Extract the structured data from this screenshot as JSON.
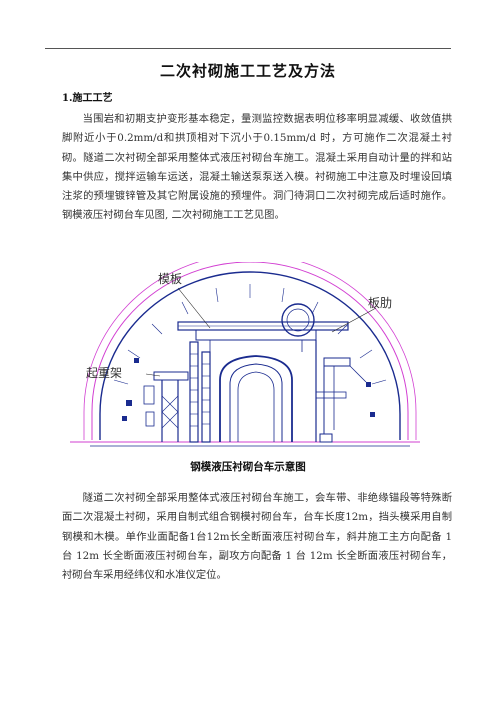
{
  "document": {
    "title": "二次衬砌施工工艺及方法",
    "section_heading": "1.施工工艺",
    "paragraph1": "当围岩和初期支护变形基本稳定，量测监控数据表明位移率明显减缓、收敛值拱脚附近小于0.2mm/d和拱顶相对下沉小于0.15mm/d 时，方可施作二次混凝土衬砌。隧道二次衬砌全部采用整体式液压衬砌台车施工。混凝土采用自动计量的拌和站集中供应，搅拌运输车运送，混凝土输送泵泵送入模。衬砌施工中注意及时埋设回填注浆的预埋镀锌管及其它附属设施的预埋件。洞门待洞口二次衬砌完成后适时施作。钢模液压衬砌台车见图, 二次衬砌施工工艺见图。",
    "figure_labels": {
      "formwork": "模板",
      "rib": "板肋",
      "crane_frame": "起重架"
    },
    "figure_caption": "钢模液压衬砌台车示意图",
    "paragraph2": "隧道二次衬砌全部采用整体式液压衬砌台车施工，会车带、非绝缘锚段等特殊断面二次混凝土衬砌，采用自制式组合钢模衬砌台车，台车长度12m，挡头模采用自制钢模和木模。单作业面配备1台12m长全断面液压衬砌台车，斜井施工主方向配备 1 台 12m 长全断面液压衬砌台车，副攻方向配备 1 台 12m 长全断面液压衬砌台车，衬砌台车采用经纬仪和水准仪定位。"
  },
  "colors": {
    "drawing_blue": "#1a2b8f",
    "drawing_magenta": "#d23fd2"
  }
}
